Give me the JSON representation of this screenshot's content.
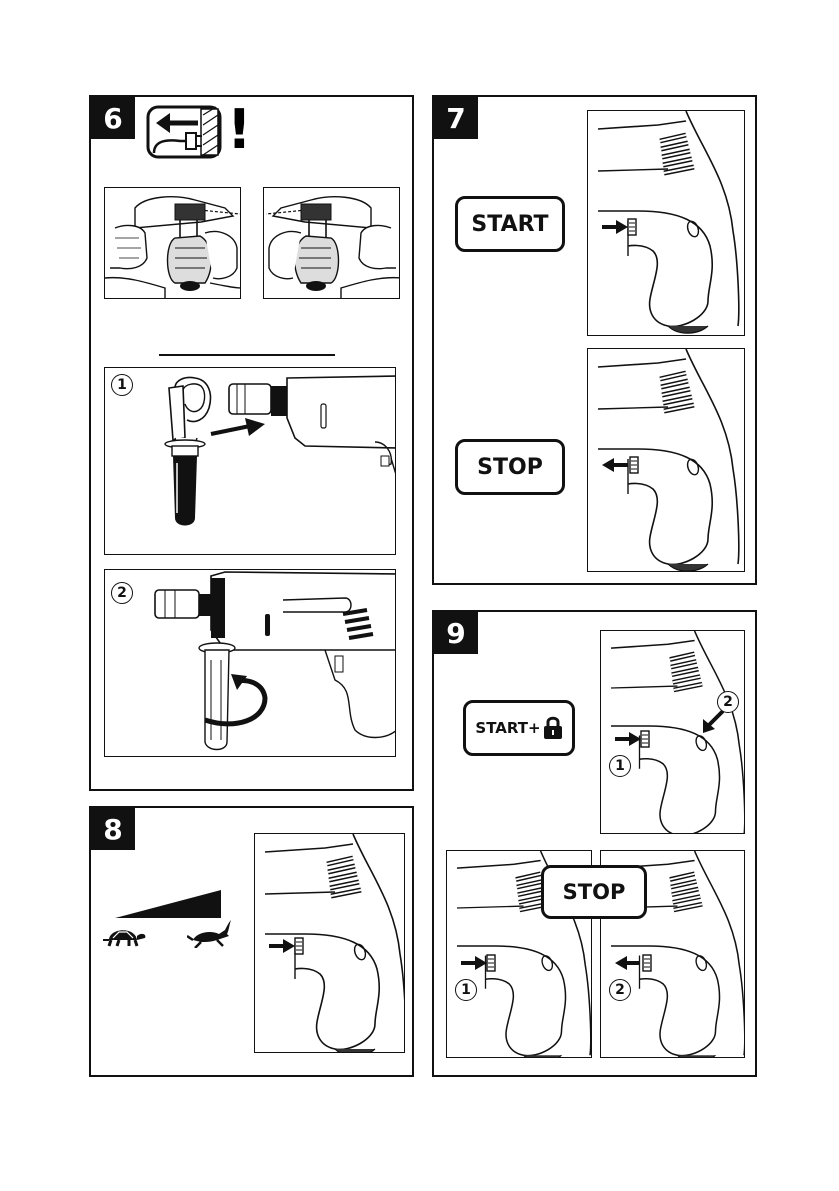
{
  "panels": [
    {
      "number": "6"
    },
    {
      "number": "7"
    },
    {
      "number": "8"
    },
    {
      "number": "9"
    }
  ],
  "steps": {
    "one": "1",
    "two": "2"
  },
  "buttons": {
    "start": "START",
    "stop": "STOP",
    "start_lock": "START+"
  },
  "icons": {
    "warning": "!",
    "unplug": "unplug-icon",
    "lock": "lock-icon",
    "tortoise": "tortoise-icon",
    "hare": "hare-icon"
  }
}
